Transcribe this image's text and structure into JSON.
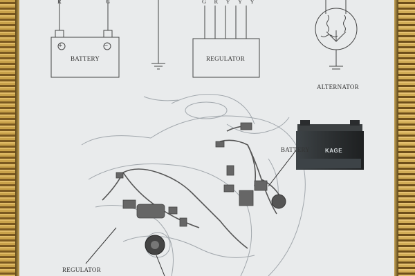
{
  "poster": {
    "battery_label": "BATTERY",
    "regulator_label": "REGULATOR",
    "alternator_label": "ALTERNATOR",
    "photo_battery_label": "BATTERY",
    "photo_regulator_label": "REGULATOR",
    "battery_brand": "KAGE",
    "battery_pins": [
      "R",
      "G"
    ],
    "regulator_pins": [
      "G",
      "R",
      "Y",
      "Y",
      "Y"
    ],
    "battery_terminals": [
      "+",
      "−"
    ]
  }
}
